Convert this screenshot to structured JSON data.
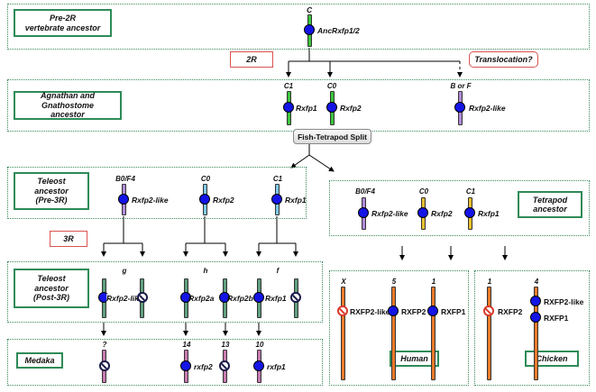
{
  "ancestor": {
    "label": "Pre-2R\nvertebrate ancestor",
    "chrom_label": "C",
    "gene": "AncRxfp1/2"
  },
  "events": {
    "r2": "2R",
    "translocation": "Translocation?",
    "fish_tetrapod": "Fish-Tetrapod Split",
    "r3": "3R"
  },
  "agnathan": {
    "label": "Agnathan and Gnathostome\nancestor",
    "chromosomes": [
      {
        "chrom": "C1",
        "gene": "Rxfp1"
      },
      {
        "chrom": "C0",
        "gene": "Rxfp2"
      },
      {
        "chrom": "B or F",
        "gene": "Rxfp2-like"
      }
    ]
  },
  "teleost_pre": {
    "label": "Teleost\nancestor\n(Pre-3R)",
    "chromosomes": [
      {
        "chrom": "B0/F4",
        "gene": "Rxfp2-like"
      },
      {
        "chrom": "C0",
        "gene": "Rxfp2"
      },
      {
        "chrom": "C1",
        "gene": "Rxfp1"
      }
    ]
  },
  "tetrapod": {
    "label": "Tetrapod\nancestor",
    "chromosomes": [
      {
        "chrom": "B0/F4",
        "gene": "Rxfp2-like"
      },
      {
        "chrom": "C0",
        "gene": "Rxfp2"
      },
      {
        "chrom": "C1",
        "gene": "Rxfp1"
      }
    ]
  },
  "teleost_post": {
    "label": "Teleost\nancestor\n(Post-3R)",
    "groups": [
      "g",
      "h",
      "f"
    ],
    "genes": [
      "Rxfp2-like",
      "Rxfp2a",
      "Rxfp2b",
      "Rxfp1"
    ]
  },
  "medaka": {
    "label": "Medaka",
    "chroms": [
      "?",
      "14",
      "13",
      "10"
    ],
    "genes": [
      "rxfp2",
      "rxfp1"
    ]
  },
  "human": {
    "label": "Human",
    "chroms": [
      "X",
      "5",
      "1"
    ],
    "genes": [
      "RXFP2-like",
      "RXFP2",
      "RXFP1"
    ]
  },
  "chicken": {
    "label": "Chicken",
    "chroms": [
      "1",
      "4"
    ],
    "genes": [
      "RXFP2",
      "RXFP2-like",
      "RXFP1"
    ]
  },
  "colors": {
    "green": "#3cc43c",
    "purple": "#b08ad8",
    "blue": "#7ec8e8",
    "yellow": "#e8c030",
    "teal": "#5f9e7e",
    "pink": "#c87ab0",
    "orange": "#e87a2a",
    "gene": "#1414e6",
    "panel_border": "#3a8a5a"
  }
}
